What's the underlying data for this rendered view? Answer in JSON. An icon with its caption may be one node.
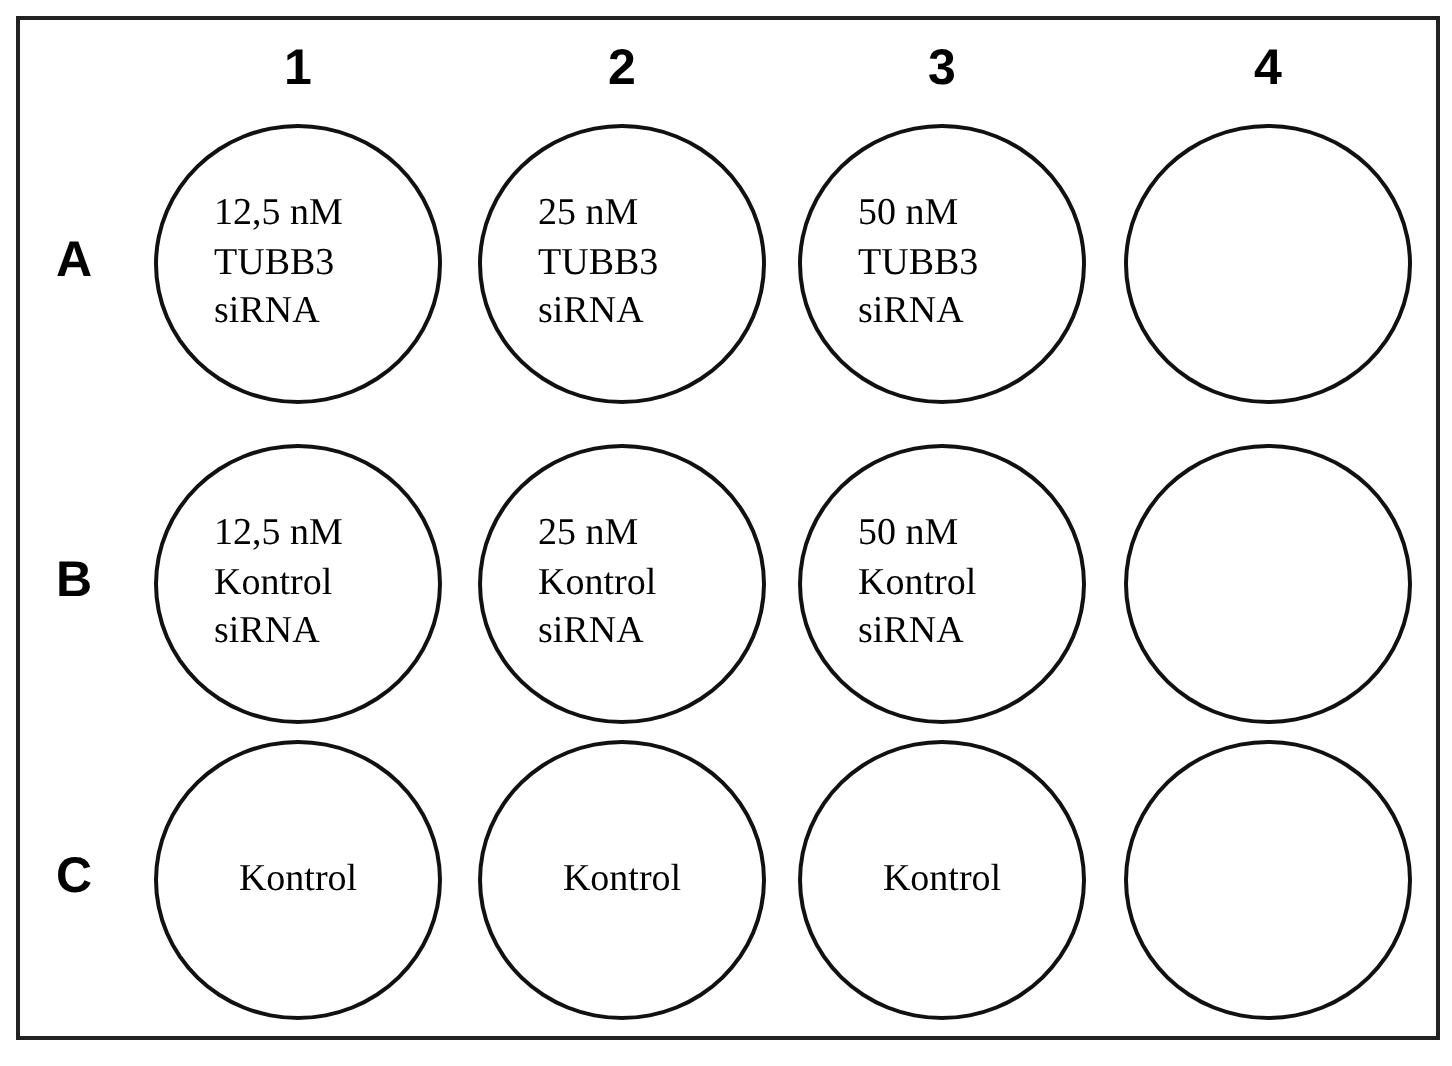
{
  "diagram": {
    "nodes": [
      {
        "text": [],
        "shape": "box"
      },
      {
        "text": [
          "12,5 nM TUBB3 siRNA"
        ],
        "in": 0
      },
      {
        "text": [
          "25 nM TUBB3 siRNA"
        ],
        "in": 0
      },
      {
        "text": [
          "50 nM TUBB3 siRNA"
        ],
        "in": 0
      },
      {
        "text": [],
        "shape": "circle",
        "in": 0
      },
      {
        "text": [
          "12,5 nM Kontrol siRNA"
        ],
        "in": 0
      },
      {
        "text": [
          "25 nM Kontrol siRNA"
        ],
        "in": 0
      },
      {
        "text": [
          "50 nM Kontrol siRNA"
        ],
        "in": 0
      },
      {
        "text": [],
        "shape": "circle",
        "in": 0
      },
      {
        "text": [
          "Kontrol"
        ],
        "in": 0
      },
      {
        "text": [
          "Kontrol"
        ],
        "in": 0
      },
      {
        "text": [
          "Kontrol"
        ],
        "in": 0
      },
      {
        "text": [],
        "shape": "circle",
        "in": 0
      }
    ],
    "edges": [],
    "labels": [
      "1",
      "2",
      "3",
      "4",
      "A",
      "B",
      "C"
    ]
  }
}
